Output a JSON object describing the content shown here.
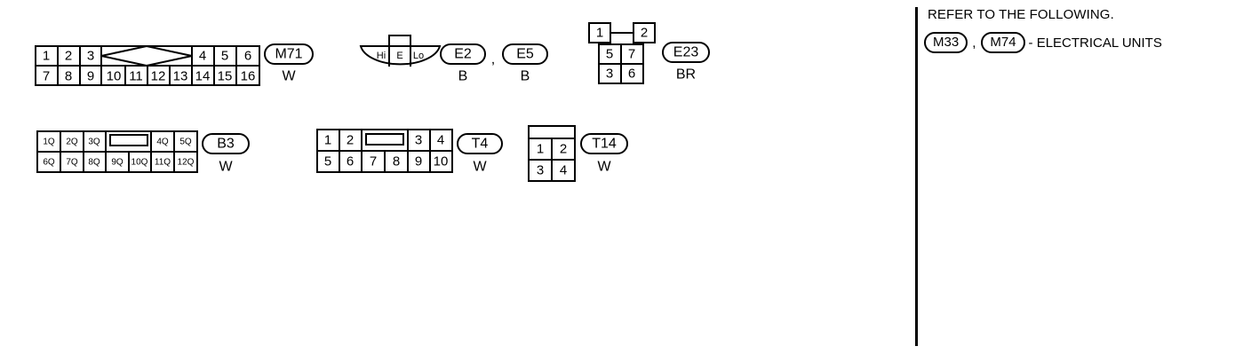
{
  "connectors": {
    "m71": {
      "id": "M71",
      "color": "W",
      "row1": [
        "1",
        "2",
        "3",
        "4",
        "5",
        "6"
      ],
      "row2": [
        "7",
        "8",
        "9",
        "10",
        "11",
        "12",
        "13",
        "14",
        "15",
        "16"
      ]
    },
    "horn": {
      "pins": [
        "Hi",
        "E",
        "Lo"
      ]
    },
    "e2": {
      "id": "E2",
      "color": "B"
    },
    "e5": {
      "id": "E5",
      "color": "B"
    },
    "separator": ",",
    "e23": {
      "id": "E23",
      "color": "BR",
      "pins": [
        "1",
        "2",
        "5",
        "7",
        "3",
        "6"
      ]
    },
    "b3": {
      "id": "B3",
      "color": "W",
      "row1": [
        "1Q",
        "2Q",
        "3Q",
        "4Q",
        "5Q"
      ],
      "row2": [
        "6Q",
        "7Q",
        "8Q",
        "9Q",
        "10Q",
        "11Q",
        "12Q"
      ]
    },
    "t4": {
      "id": "T4",
      "color": "W",
      "row1": [
        "1",
        "2",
        "3",
        "4"
      ],
      "row2": [
        "5",
        "6",
        "7",
        "8",
        "9",
        "10"
      ]
    },
    "t14": {
      "id": "T14",
      "color": "W",
      "pins": [
        "1",
        "2",
        "3",
        "4"
      ]
    }
  },
  "refer": {
    "heading": "REFER TO THE FOLLOWING.",
    "unit_a": "M33",
    "comma": ",",
    "unit_b": "M74",
    "suffix": "- ELECTRICAL UNITS"
  }
}
